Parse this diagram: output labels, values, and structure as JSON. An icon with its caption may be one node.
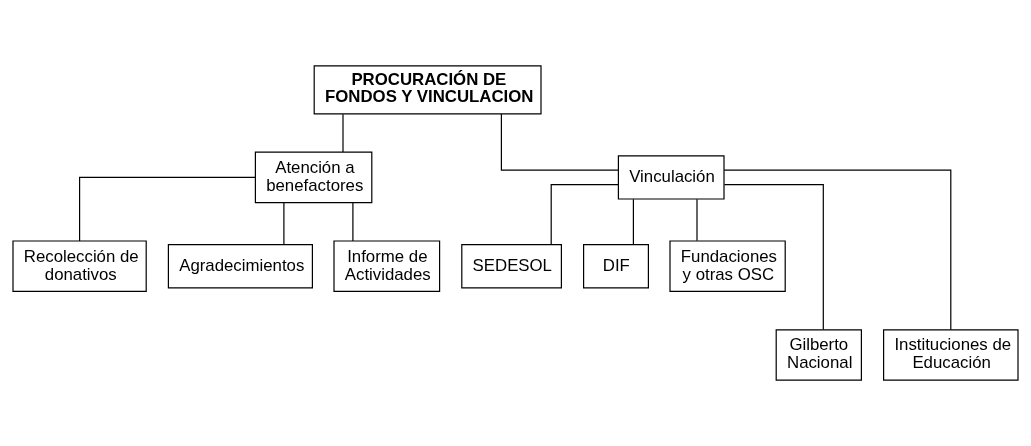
{
  "diagram": {
    "nodes": [
      {
        "text": [
          "PROCURACIÓN DE FONDOS Y VINCULACION"
        ]
      },
      {
        "text": [
          "Atención a benefactores"
        ]
      },
      {
        "text": [
          "Vinculación"
        ]
      },
      {
        "text": [
          "Recolección de donativos"
        ]
      },
      {
        "text": [
          "Agradecimientos"
        ]
      },
      {
        "text": [
          "Informe de Actividades"
        ]
      },
      {
        "text": [
          "SEDESOL"
        ]
      },
      {
        "text": [
          "DIF"
        ]
      },
      {
        "text": [
          "Fundaciones y otras OSC"
        ]
      },
      {
        "text": [
          "Gilberto Nacional"
        ]
      },
      {
        "text": [
          "Instituciones de Educación"
        ]
      }
    ],
    "edges": [
      {
        "from": 0,
        "to": 1,
        "arrow": "none"
      },
      {
        "from": 0,
        "to": 2,
        "arrow": "none"
      },
      {
        "from": 1,
        "to": 3,
        "arrow": "none"
      },
      {
        "from": 1,
        "to": 4,
        "arrow": "none"
      },
      {
        "from": 1,
        "to": 5,
        "arrow": "none"
      },
      {
        "from": 2,
        "to": 6,
        "arrow": "none"
      },
      {
        "from": 2,
        "to": 7,
        "arrow": "none"
      },
      {
        "from": 2,
        "to": 8,
        "arrow": "none"
      },
      {
        "from": 2,
        "to": 9,
        "arrow": "none"
      },
      {
        "from": 2,
        "to": 10,
        "arrow": "none"
      }
    ]
  }
}
